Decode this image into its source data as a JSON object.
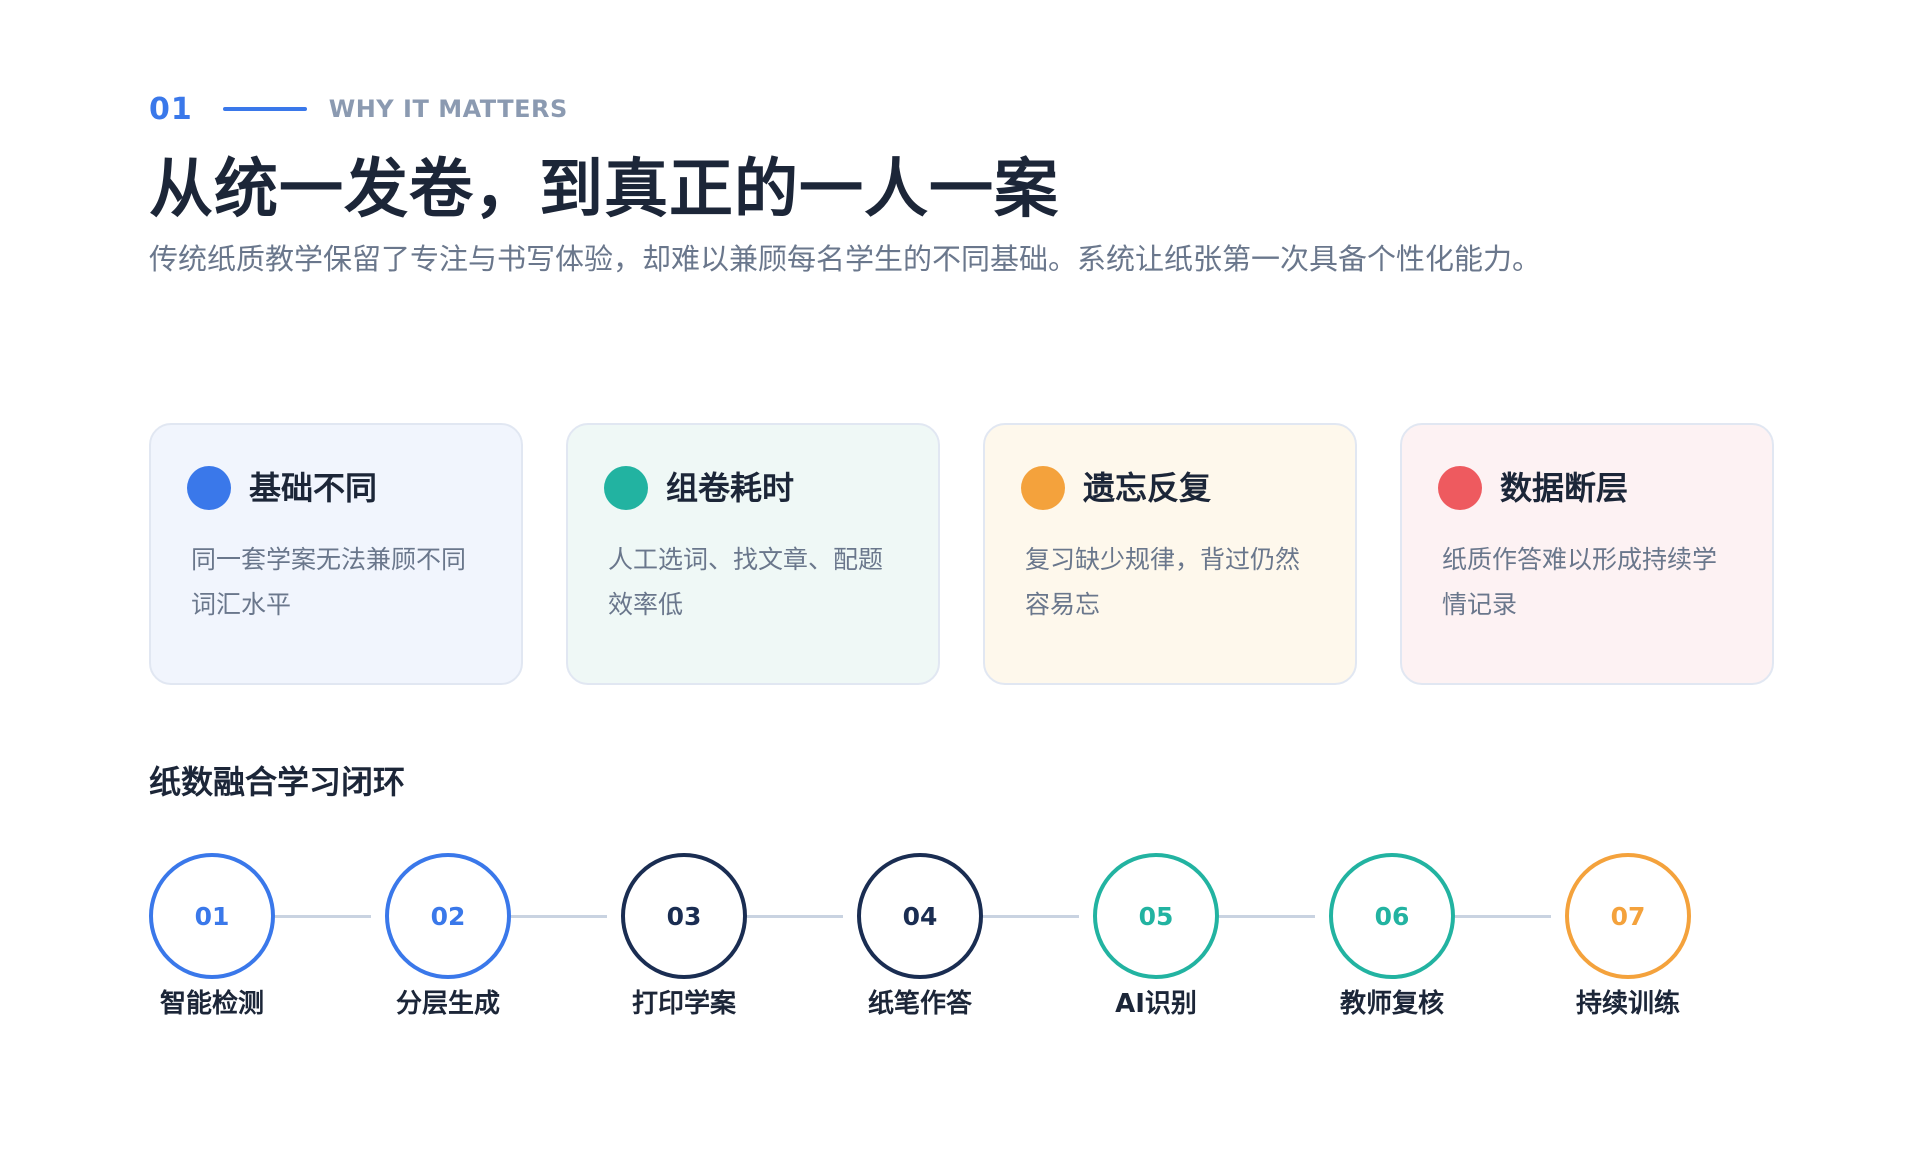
{
  "header": {
    "section_number": "01",
    "eyebrow": "WHY IT MATTERS",
    "title": "从统一发卷，到真正的一人一案",
    "subtitle": "传统纸质教学保留了专注与书写体验，却难以兼顾每名学生的不同基础。系统让纸张第一次具备个性化能力。"
  },
  "colors": {
    "accent_blue": "#3a78ea",
    "teal": "#22b3a1",
    "orange": "#f4a23c",
    "red": "#ee5a5f",
    "navy": "#1a2d52"
  },
  "cards": [
    {
      "title": "基础不同",
      "line1": "同一套学案无法兼顾不同",
      "line2": "词汇水平",
      "dot_color": "#3a78ea"
    },
    {
      "title": "组卷耗时",
      "line1": "人工选词、找文章、配题",
      "line2": "效率低",
      "dot_color": "#22b3a1"
    },
    {
      "title": "遗忘反复",
      "line1": "复习缺少规律，背过仍然",
      "line2": "容易忘",
      "dot_color": "#f4a23c"
    },
    {
      "title": "数据断层",
      "line1": "纸质作答难以形成持续学",
      "line2": "情记录",
      "dot_color": "#ee5a5f"
    }
  ],
  "loop": {
    "title": "纸数融合学习闭环",
    "steps": [
      {
        "number": "01",
        "label": "智能检测",
        "color": "#3a78ea"
      },
      {
        "number": "02",
        "label": "分层生成",
        "color": "#3a78ea"
      },
      {
        "number": "03",
        "label": "打印学案",
        "color": "#1a2d52"
      },
      {
        "number": "04",
        "label": "纸笔作答",
        "color": "#1a2d52"
      },
      {
        "number": "05",
        "label": "AI识别",
        "color": "#22b3a1"
      },
      {
        "number": "06",
        "label": "教师复核",
        "color": "#22b3a1"
      },
      {
        "number": "07",
        "label": "持续训练",
        "color": "#f4a23c"
      }
    ]
  }
}
